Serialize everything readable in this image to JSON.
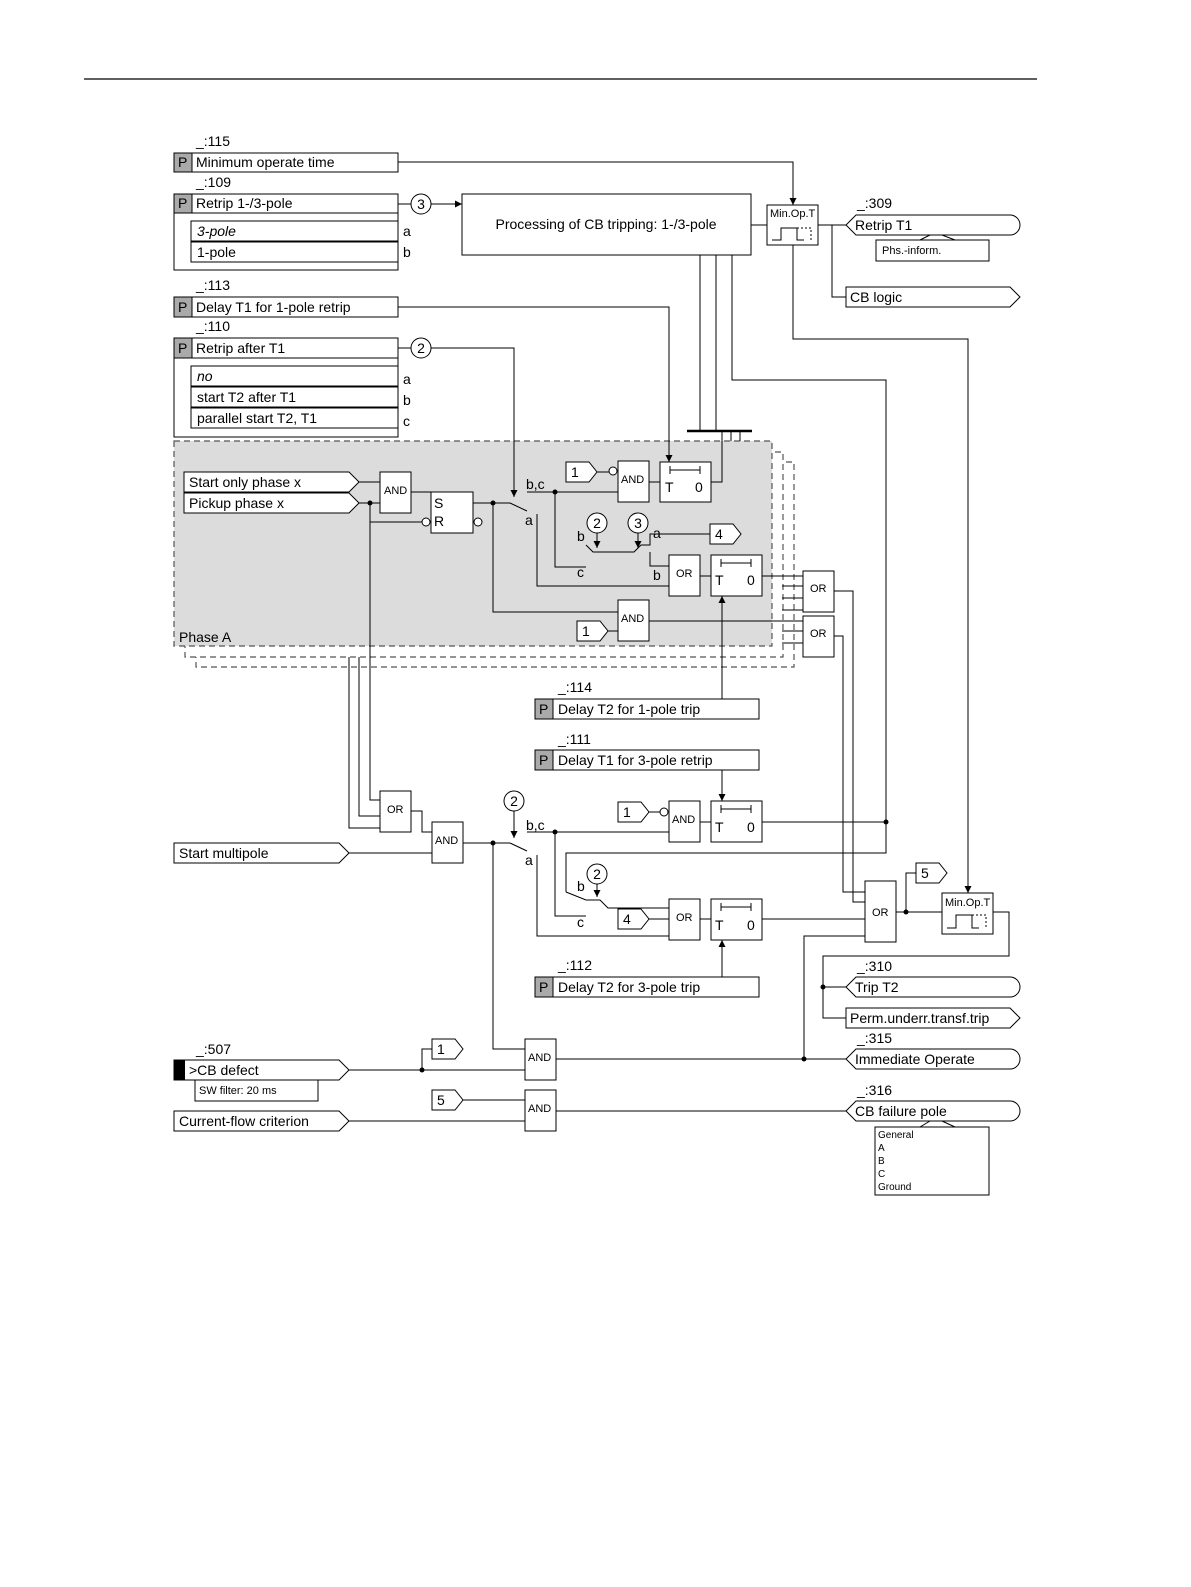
{
  "params": {
    "p115": {
      "addr": "_:115",
      "label": "Minimum operate time"
    },
    "p109": {
      "addr": "_:109",
      "label": "Retrip 1-/3-pole",
      "options": [
        "3-pole",
        "1-pole"
      ],
      "keys": [
        "a",
        "b"
      ]
    },
    "p113": {
      "addr": "_:113",
      "label": "Delay T1 for 1-pole retrip"
    },
    "p110": {
      "addr": "_:110",
      "label": "Retrip after T1",
      "options": [
        "no",
        "start T2 after T1",
        "parallel start T2, T1"
      ],
      "keys": [
        "a",
        "b",
        "c"
      ]
    },
    "p114": {
      "addr": "_:114",
      "label": "Delay T2 for 1-pole trip"
    },
    "p111": {
      "addr": "_:111",
      "label": "Delay T1 for 3-pole retrip"
    },
    "p112": {
      "addr": "_:112",
      "label": "Delay T2 for 3-pole trip"
    },
    "p_marker": "P"
  },
  "processing": "Processing of CB tripping: 1-/3-pole",
  "min_op": "Min.Op.T",
  "outputs": {
    "retrip_t1": {
      "addr": "_:309",
      "label": "Retrip T1",
      "info": "Phs.-inform."
    },
    "cb_logic": "CB logic",
    "trip_t2": {
      "addr": "_:310",
      "label": "Trip T2"
    },
    "perm": "Perm.underr.transf.trip",
    "immediate": {
      "addr": "_:315",
      "label": "Immediate Operate"
    },
    "cbfail": {
      "addr": "_:316",
      "label": "CB failure pole",
      "list": [
        "General",
        "A",
        "B",
        "C",
        "Ground"
      ]
    }
  },
  "inputs": {
    "start_only": "Start only phase x",
    "pickup": "Pickup phase x",
    "start_multi": "Start multipole",
    "cb_defect": {
      "addr": "_:507",
      "label": ">CB defect",
      "filter": "SW filter: 20 ms"
    },
    "current_flow": "Current-flow criterion"
  },
  "gates": {
    "and": "AND",
    "or": "OR",
    "s": "S",
    "r": "R",
    "t": "T",
    "zero": "0"
  },
  "phase_label": "Phase A",
  "switch_labels": {
    "bc": "b,c",
    "a": "a",
    "b": "b",
    "c": "c"
  },
  "connectors": {
    "n1": "1",
    "n2": "2",
    "n3": "3",
    "n4": "4",
    "n5": "5"
  }
}
